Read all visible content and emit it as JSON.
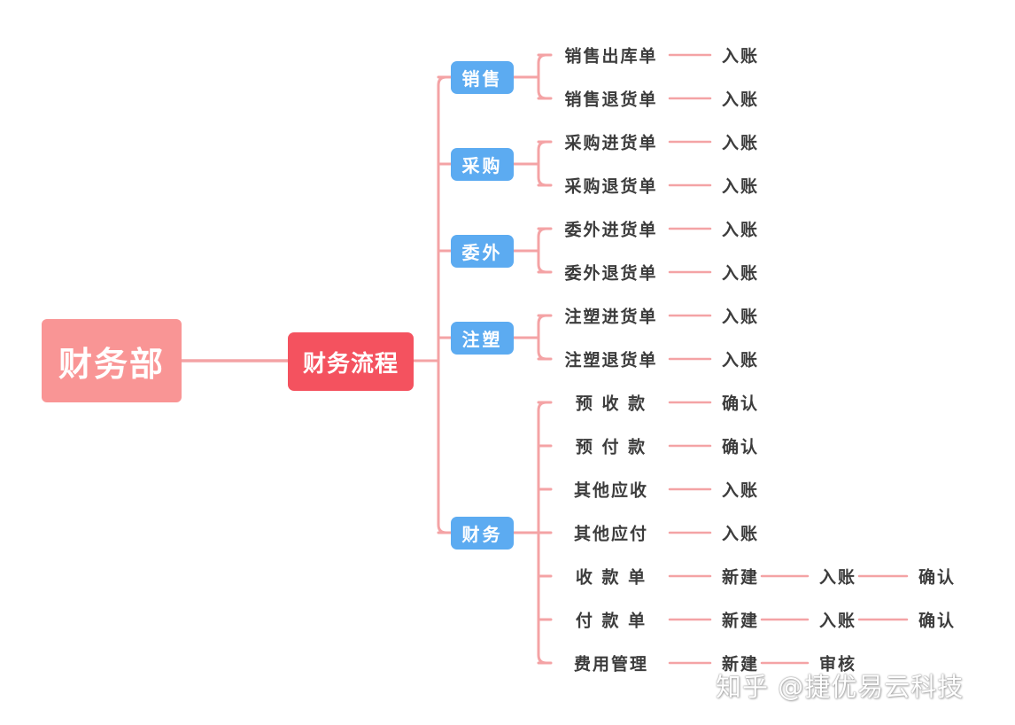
{
  "colors": {
    "line": "#f4a3a5",
    "root": "#f99595",
    "center": "#f4525f",
    "category": "#5cabf1"
  },
  "root": {
    "label": "财务部"
  },
  "center": {
    "label": "财务流程"
  },
  "categories": [
    {
      "label": "销售",
      "items": [
        {
          "steps": [
            "销售出库单",
            "入账"
          ]
        },
        {
          "steps": [
            "销售退货单",
            "入账"
          ]
        }
      ]
    },
    {
      "label": "采购",
      "items": [
        {
          "steps": [
            "采购进货单",
            "入账"
          ]
        },
        {
          "steps": [
            "采购退货单",
            "入账"
          ]
        }
      ]
    },
    {
      "label": "委外",
      "items": [
        {
          "steps": [
            "委外进货单",
            "入账"
          ]
        },
        {
          "steps": [
            "委外退货单",
            "入账"
          ]
        }
      ]
    },
    {
      "label": "注塑",
      "items": [
        {
          "steps": [
            "注塑进货单",
            "入账"
          ]
        },
        {
          "steps": [
            "注塑退货单",
            "入账"
          ]
        }
      ]
    },
    {
      "label": "财务",
      "items": [
        {
          "steps": [
            "预 收 款",
            "确认"
          ]
        },
        {
          "steps": [
            "预 付 款",
            "确认"
          ]
        },
        {
          "steps": [
            "其他应收",
            "入账"
          ]
        },
        {
          "steps": [
            "其他应付",
            "入账"
          ]
        },
        {
          "steps": [
            "收 款 单",
            "新建",
            "入账",
            "确认"
          ]
        },
        {
          "steps": [
            "付 款 单",
            "新建",
            "入账",
            "确认"
          ]
        },
        {
          "steps": [
            "费用管理",
            "新建",
            "审核"
          ]
        }
      ]
    }
  ],
  "watermark": "知乎 @捷优易云科技"
}
